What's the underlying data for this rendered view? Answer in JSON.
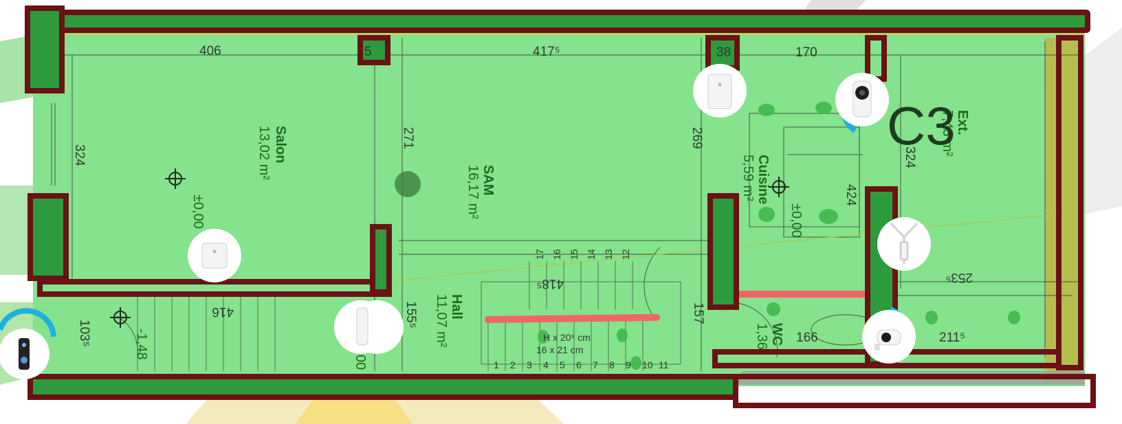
{
  "colors": {
    "coverage_fill": "#84e38c",
    "wall_outline": "#6a1214",
    "wall_fill": "#2e9a3e",
    "cable": "#f06666",
    "status_arc": "#1fb0e0",
    "fade_yellow": "#f5d65e",
    "fade_grey": "#bdbdbd"
  },
  "labels": {
    "dims": {
      "top_left": "406",
      "top_small": "5",
      "top_mid": "417⁵",
      "top_mid_right": "38",
      "top_right": "170",
      "salon_side": "324",
      "sam_side": "271",
      "cuisine_side": "269",
      "ext_side": "324",
      "cuisine_inner": "424",
      "stairs_top": "418⁵",
      "stairs_bottom": "416",
      "hall_side": "155⁵",
      "wc_side": "157",
      "ext_bottom": "253⁵",
      "left_door": "103⁵",
      "wc_width": "166",
      "ext_width": "211⁵"
    },
    "rooms": {
      "salon_name": "Salon",
      "salon_area": "13,02 m²",
      "salon_level": "±0,00",
      "sam_name": "SAM",
      "sam_area": "16,17 m²",
      "hall_name": "Hall",
      "hall_area": "11,07 m²",
      "cuisine_name": "Cuisine",
      "cuisine_area": "5,59 m²",
      "cuisine_level": "±0,00",
      "ext_name": "Ext.",
      "ext_area": "7,43 m²",
      "wc_name": "WC",
      "wc_area": "1,36",
      "hall_level": "-1,48",
      "hall_level_2": "00"
    },
    "zone": "C3",
    "stair_note_1": "H x 20⁵ cm",
    "stair_note_2": "16 x 21 cm",
    "stair_numbers_top": [
      "17",
      "16",
      "15",
      "14",
      "13",
      "12"
    ],
    "stair_numbers_bottom": [
      "1",
      "2",
      "3",
      "4",
      "5",
      "6",
      "7",
      "8",
      "9",
      "10",
      "11"
    ]
  },
  "devices": [
    {
      "id": "ap-salon",
      "icon": "wall-access-point-icon"
    },
    {
      "id": "ap-cuisine",
      "icon": "in-wall-access-point-icon"
    },
    {
      "id": "camera-cuisine",
      "icon": "dome-camera-icon"
    },
    {
      "id": "mesh-ext",
      "icon": "outdoor-mesh-antenna-icon"
    },
    {
      "id": "camera-ext",
      "icon": "bullet-camera-icon"
    },
    {
      "id": "ap-hall",
      "icon": "lite-access-point-icon"
    },
    {
      "id": "doorbell",
      "icon": "doorbell-icon"
    }
  ]
}
